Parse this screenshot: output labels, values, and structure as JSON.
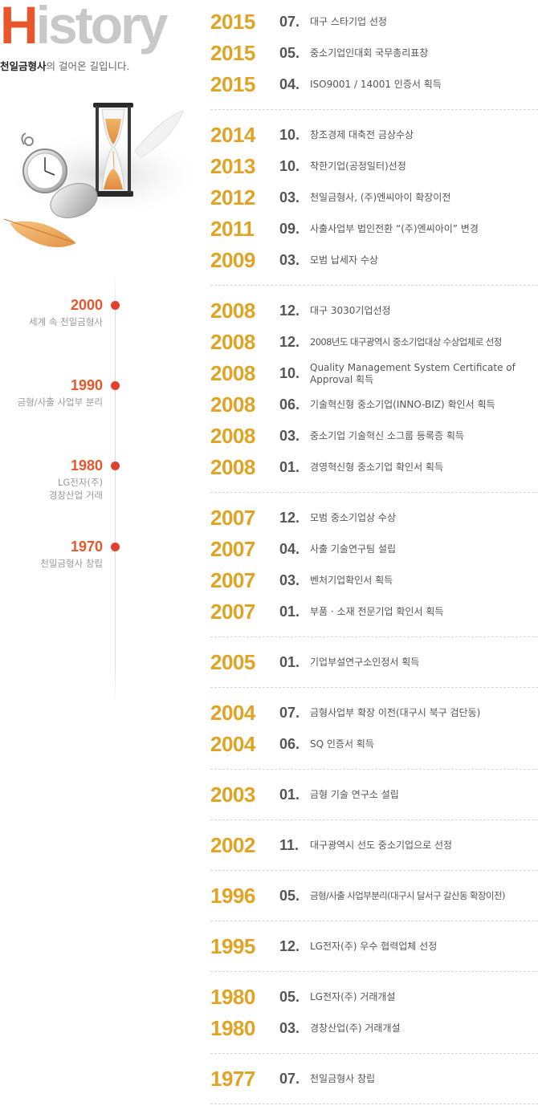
{
  "header": {
    "title_first": "H",
    "title_rest": "istory",
    "subtitle_bold": "천일금형사",
    "subtitle_rest": "의 걸어온 길입니다."
  },
  "eras": [
    {
      "year": "2000",
      "desc": [
        "세계 속 천일금형사"
      ]
    },
    {
      "year": "1990",
      "desc": [
        "금형/사출 사업부 분리"
      ]
    },
    {
      "year": "1980",
      "desc": [
        "LG전자(주)",
        "경창산업 거래"
      ]
    },
    {
      "year": "1970",
      "desc": [
        "천일금형사 창립"
      ]
    }
  ],
  "groups": [
    [
      {
        "year": "2015",
        "month": "07.",
        "text": "대구 스타기업 선정"
      },
      {
        "year": "2015",
        "month": "05.",
        "text": "중소기업인대회 국무총리표창"
      },
      {
        "year": "2015",
        "month": "04.",
        "text": "ISO9001 / 14001 인증서 획득"
      }
    ],
    [
      {
        "year": "2014",
        "month": "10.",
        "text": "창조경제 대축전 금상수상"
      },
      {
        "year": "2013",
        "month": "10.",
        "text": "착한기업(공정일터)선정"
      },
      {
        "year": "2012",
        "month": "03.",
        "text": "천일금형사, (주)엔씨아이 확장이전"
      },
      {
        "year": "2011",
        "month": "09.",
        "text": "사출사업부 법인전환 “(주)엔씨아이” 변경"
      },
      {
        "year": "2009",
        "month": "03.",
        "text": "모범 납세자 수상"
      }
    ],
    [
      {
        "year": "2008",
        "month": "12.",
        "text": "대구 3030기업선정"
      },
      {
        "year": "2008",
        "month": "12.",
        "text": "2008년도 대구광역시 중소기업대상 수상업체로 선정",
        "tight": true
      },
      {
        "year": "2008",
        "month": "10.",
        "text": "Quality Management System Certificate of Approval 획득",
        "wrap": true
      },
      {
        "year": "2008",
        "month": "06.",
        "text": "기술혁신형 중소기업(INNO-BIZ) 확인서 획득"
      },
      {
        "year": "2008",
        "month": "03.",
        "text": "중소기업 기술혁신 소그룹 등록증 획득"
      },
      {
        "year": "2008",
        "month": "01.",
        "text": "경영혁신형 중소기업 확인서 획득"
      }
    ],
    [
      {
        "year": "2007",
        "month": "12.",
        "text": "모범 중소기업상 수상"
      },
      {
        "year": "2007",
        "month": "04.",
        "text": "사출 기술연구팀 설립"
      },
      {
        "year": "2007",
        "month": "03.",
        "text": "벤처기업확인서 획득"
      },
      {
        "year": "2007",
        "month": "01.",
        "text": "부품 · 소재 전문기업 확인서 획득"
      }
    ],
    [
      {
        "year": "2005",
        "month": "01.",
        "text": "기업부설연구소인정서 획득"
      }
    ],
    [
      {
        "year": "2004",
        "month": "07.",
        "text": "금형사업부 확장 이전(대구시 북구 검단동)"
      },
      {
        "year": "2004",
        "month": "06.",
        "text": "SQ 인증서 획득"
      }
    ],
    [
      {
        "year": "2003",
        "month": "01.",
        "text": "금형 기술 연구소 설립"
      }
    ],
    [
      {
        "year": "2002",
        "month": "11.",
        "text": "대구광역시 선도 중소기업으로 선정"
      }
    ],
    [
      {
        "year": "1996",
        "month": "05.",
        "text": "금형/사출 사업부분리(대구시 달서구 갈산동 확장이전)",
        "tight": true
      }
    ],
    [
      {
        "year": "1995",
        "month": "12.",
        "text": "LG전자(주) 우수 협력업체 선정"
      }
    ],
    [
      {
        "year": "1980",
        "month": "05.",
        "text": "LG전자(주) 거래개설"
      },
      {
        "year": "1980",
        "month": "03.",
        "text": "경창산업(주) 거래개설"
      }
    ],
    [
      {
        "year": "1977",
        "month": "07.",
        "text": "천일금형사 창립"
      }
    ]
  ]
}
